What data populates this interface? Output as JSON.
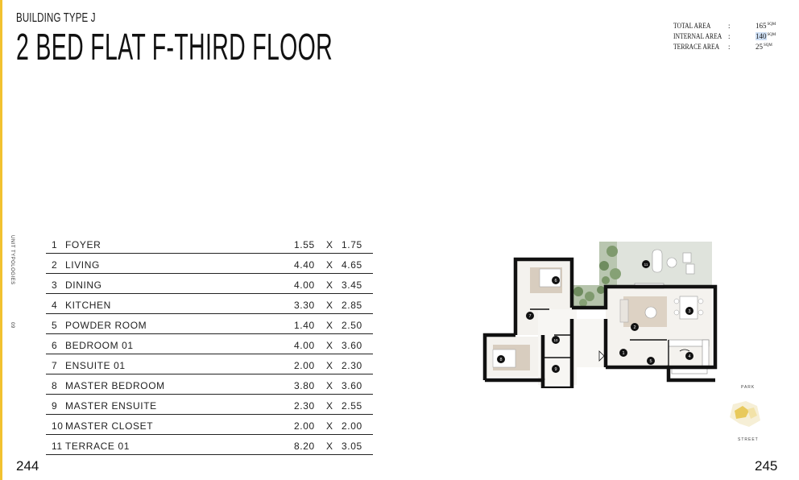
{
  "header": {
    "subtitle": "BUILDING TYPE J",
    "title": "2 BED FLAT F-THIRD FLOOR"
  },
  "areas": [
    {
      "label": "TOTAL AREA",
      "value": "165",
      "unit": "SQM"
    },
    {
      "label": "INTERNAL AREA",
      "value": "140",
      "unit": "SQM"
    },
    {
      "label": "TERRACE AREA",
      "value": "25",
      "unit": "SQM"
    }
  ],
  "sidebar": {
    "section": "UNIT TYPOLOGIES",
    "number": "09"
  },
  "rooms": [
    {
      "num": "1",
      "name": "FOYER",
      "w": "1.55",
      "x": "X",
      "h": "1.75"
    },
    {
      "num": "2",
      "name": "LIVING",
      "w": "4.40",
      "x": "X",
      "h": "4.65"
    },
    {
      "num": "3",
      "name": "DINING",
      "w": "4.00",
      "x": "X",
      "h": "3.45"
    },
    {
      "num": "4",
      "name": "KITCHEN",
      "w": "3.30",
      "x": "X",
      "h": "2.85"
    },
    {
      "num": "5",
      "name": "POWDER ROOM",
      "w": "1.40",
      "x": "X",
      "h": "2.50"
    },
    {
      "num": "6",
      "name": "BEDROOM 01",
      "w": "4.00",
      "x": "X",
      "h": "3.60"
    },
    {
      "num": "7",
      "name": "ENSUITE 01",
      "w": "2.00",
      "x": "X",
      "h": "2.30"
    },
    {
      "num": "8",
      "name": "MASTER BEDROOM",
      "w": "3.80",
      "x": "X",
      "h": "3.60"
    },
    {
      "num": "9",
      "name": "MASTER ENSUITE",
      "w": "2.30",
      "x": "X",
      "h": "2.55"
    },
    {
      "num": "10",
      "name": "MASTER CLOSET",
      "w": "2.00",
      "x": "X",
      "h": "2.00"
    },
    {
      "num": "11",
      "name": "TERRACE 01",
      "w": "8.20",
      "x": "X",
      "h": "3.05"
    }
  ],
  "plan_markers": [
    "1",
    "2",
    "3",
    "4",
    "5",
    "6",
    "7",
    "8",
    "9",
    "10",
    "11"
  ],
  "site": {
    "top_label": "PARK",
    "bottom_label": "STREET"
  },
  "pages": {
    "left": "244",
    "right": "245"
  },
  "colors": {
    "accent": "#f2c230",
    "highlight": "#cfe0f5",
    "unit_fill": "#f2c230"
  }
}
